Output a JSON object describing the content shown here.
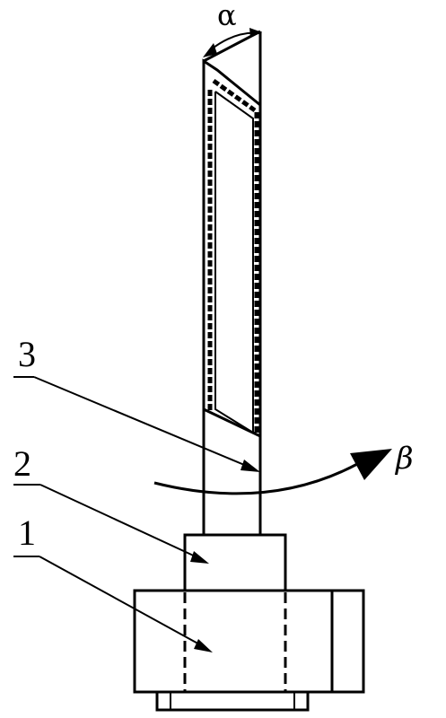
{
  "diagram": {
    "angle_alpha": "α",
    "angle_beta": "β",
    "labels": {
      "part_1": "1",
      "part_2": "2",
      "part_3": "3"
    }
  },
  "colors": {
    "ink": "#000000",
    "background": "#ffffff"
  }
}
